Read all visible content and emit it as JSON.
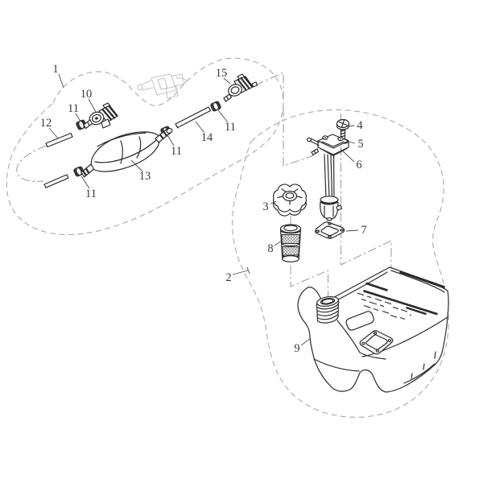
{
  "diagram": {
    "kind": "exploded-parts-diagram",
    "background_color": "#ffffff",
    "line_color": "#2b2b2b",
    "group_outline_color": "#aaaaaa",
    "centerline_color": "#9a9a9a",
    "ghost_part_color": "#c6c6c6",
    "callouts": {
      "n1": "1",
      "n2": "2",
      "n3": "3",
      "n4": "4",
      "n5": "5",
      "n6": "6",
      "n7": "7",
      "n8": "8",
      "n9": "9",
      "n10": "10",
      "n11": "11",
      "n12": "12",
      "n13": "13",
      "n14": "14",
      "n15": "15"
    }
  }
}
